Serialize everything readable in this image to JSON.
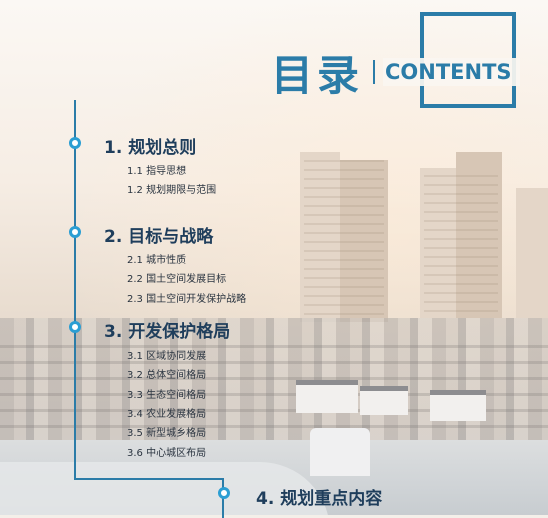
{
  "header": {
    "title": "目录",
    "title_en": "CONTENTS"
  },
  "sections": [
    {
      "label": "1. 规划总则",
      "items": [
        "1.1 指导思想",
        "1.2 规划期限与范围"
      ]
    },
    {
      "label": "2. 目标与战略",
      "items": [
        "2.1 城市性质",
        "2.2 国土空间发展目标",
        "2.3 国土空间开发保护战略"
      ]
    },
    {
      "label": "3. 开发保护格局",
      "items": [
        "3.1 区域协同发展",
        "3.2 总体空间格局",
        "3.3 生态空间格局",
        "3.4 农业发展格局",
        "3.5 新型城乡格局",
        "3.6 中心城区布局"
      ]
    },
    {
      "label": "4. 规划重点内容",
      "items": []
    }
  ],
  "colors": {
    "accent": "#2b7ca8",
    "dot": "#2b9ed3",
    "heading": "#1f3e5c"
  }
}
